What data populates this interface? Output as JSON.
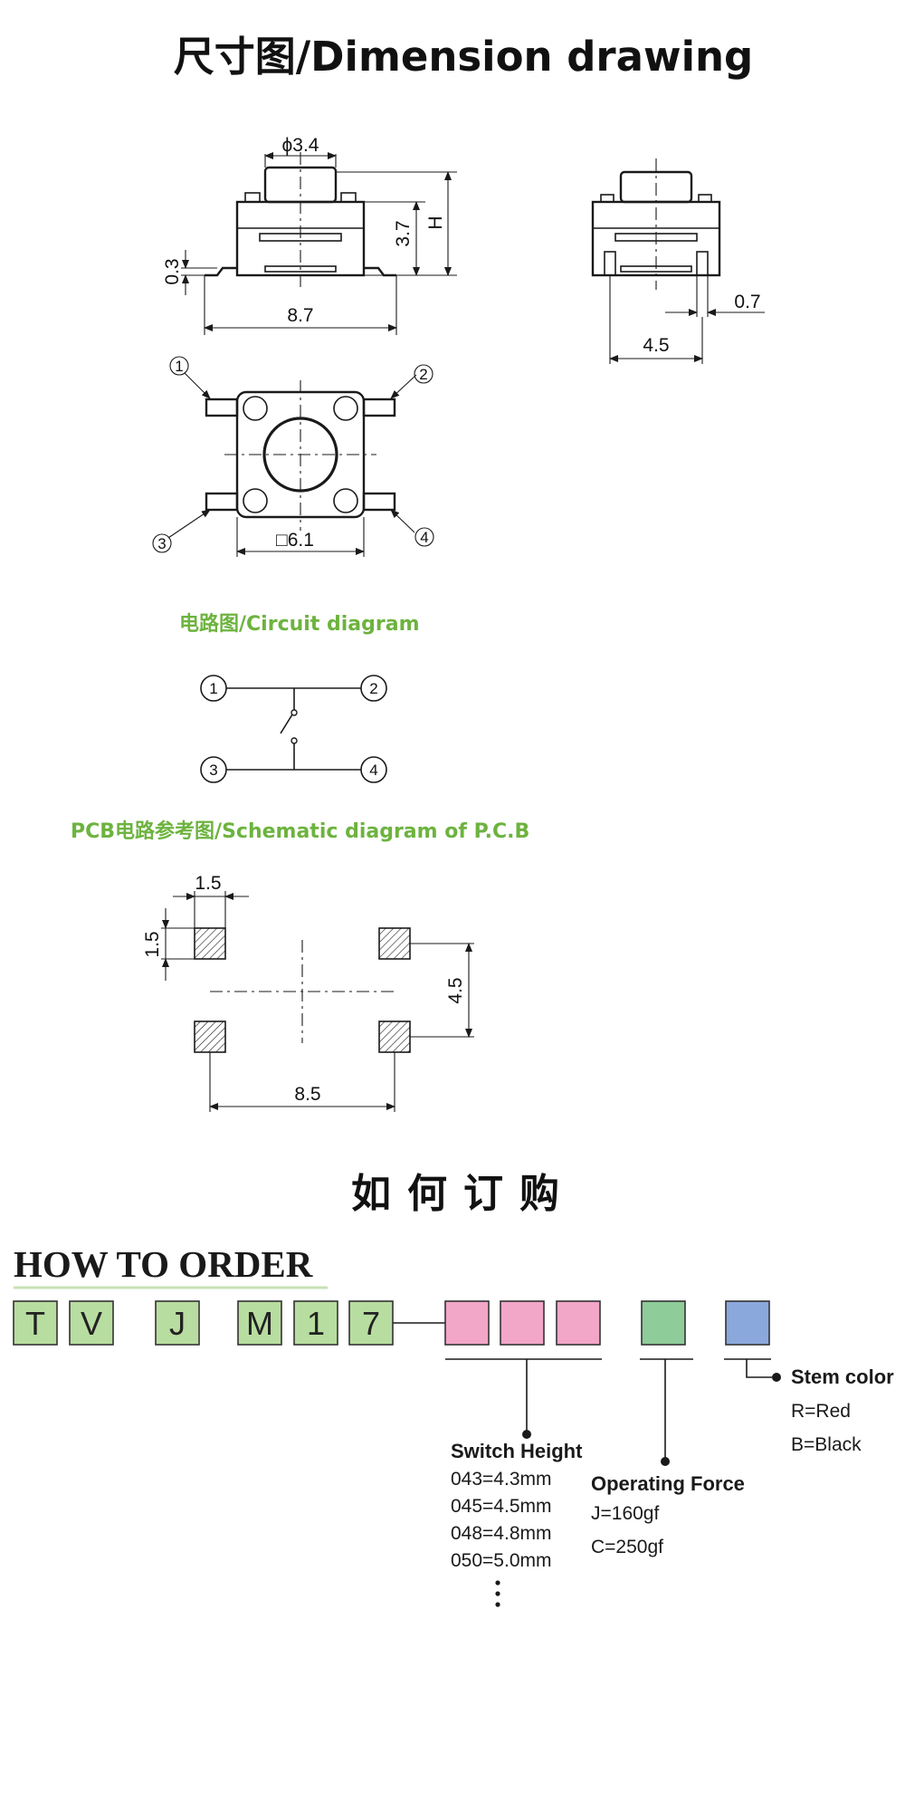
{
  "title": "尺寸图/Dimension drawing",
  "dims": {
    "stem_dia": "ϕ3.4",
    "h37": "3.7",
    "h_label": "H",
    "h03": "0.3",
    "w87": "8.7",
    "side_07": "0.7",
    "side_45": "4.5",
    "sq61": "□6.1"
  },
  "pins": [
    "1",
    "2",
    "3",
    "4"
  ],
  "circuit_title": "电路图/Circuit diagram",
  "pcb_title": "PCB电路参考图/Schematic diagram of P.C.B",
  "pcb_dims": {
    "pad_w": "1.5",
    "pad_h": "1.5",
    "v45": "4.5",
    "w85": "8.5"
  },
  "order": {
    "title_cn": "如何订购",
    "title_en": "HOW TO ORDER",
    "letters": [
      "T",
      "V",
      "J",
      "M",
      "1",
      "7"
    ],
    "switch_height": {
      "label": "Switch Height",
      "options": [
        "043=4.3mm",
        "045=4.5mm",
        "048=4.8mm",
        "050=5.0mm"
      ]
    },
    "operating_force": {
      "label": "Operating Force",
      "options": [
        "J=160gf",
        "C=250gf"
      ]
    },
    "stem_color": {
      "label": "Stem color",
      "options": [
        "R=Red",
        "B=Black"
      ]
    },
    "colors": {
      "pink": "#f2a6c8",
      "green": "#8ecc9a",
      "blue": "#8aa8dc",
      "letter_box": "#b8dda0",
      "accent": "#6db33f"
    }
  }
}
